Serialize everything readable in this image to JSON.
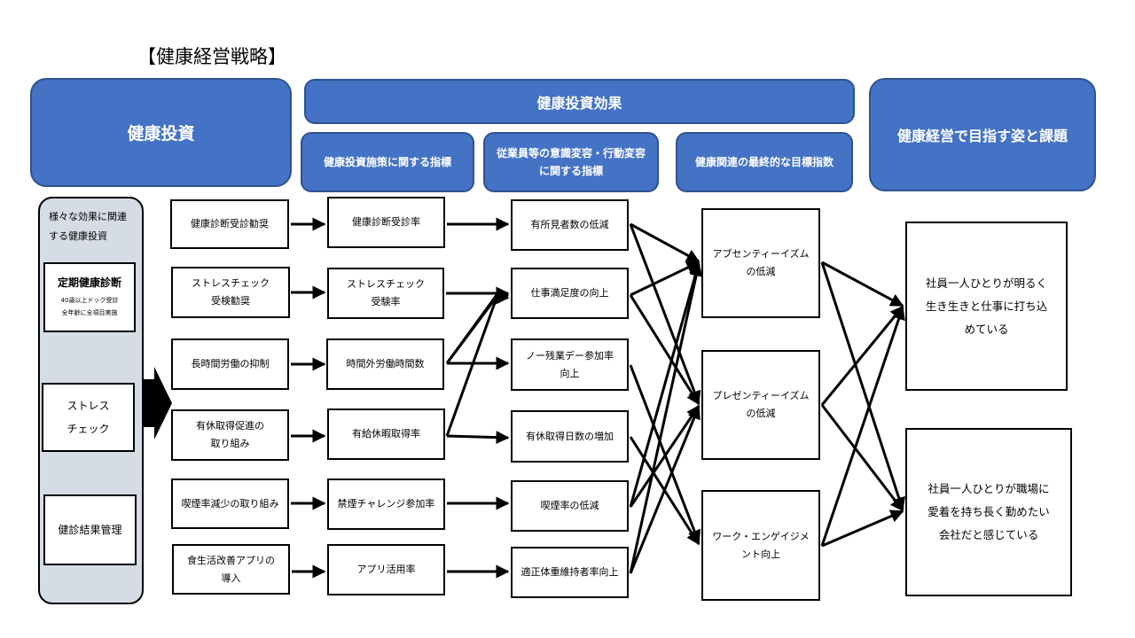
{
  "title": "【健康経営戦略】",
  "headers": {
    "investment": "健康投資",
    "effect": "健康投資効果",
    "measure_index": "健康投資施策に関する指標",
    "awareness_index": "従業員等の意識変容・行動変容に関する指標",
    "final_index": "健康関連の最終的な目標指数",
    "goal": "健康経営で目指す姿と課題"
  },
  "side": {
    "intro": "様々な効果に関連する健康投資",
    "checkup_title": "定期健康診断",
    "checkup_note1": "40歳以上ドック受診",
    "checkup_note2": "全年齢に全項目実施",
    "stress": "ストレス\nチェック",
    "results": "健診結果管理"
  },
  "measures": [
    "健康診断受診勧奨",
    "ストレスチェック\n受検勧奨",
    "長時間労働の抑制",
    "有休取得促進の\n取り組み",
    "喫煙率減少の取り組み",
    "食生活改善アプリの\n導入"
  ],
  "measure_indices": [
    "健康診断受診率",
    "ストレスチェック\n受験率",
    "時間外労働時間数",
    "有給休暇取得率",
    "禁煙チャレンジ参加率",
    "アプリ活用率"
  ],
  "awareness": [
    "有所見者数の低減",
    "仕事満足度の向上",
    "ノー残業デー参加率\n向上",
    "有休取得日数の増加",
    "喫煙率の低減",
    "適正体重維持者率向上"
  ],
  "finals": [
    "アブセンティーイズム\nの低減",
    "プレゼンティーイズム\nの低減",
    "ワーク・エンゲイジメ\nント向上"
  ],
  "goals": [
    "社員一人ひとりが明るく\n生き生きと仕事に打ち込\nめている",
    "社員一人ひとりが職場に\n愛着を持ち長く勤めたい\n会社だと感じている"
  ],
  "colors": {
    "header_fill": "#4472c4",
    "header_border": "#2f528f",
    "side_fill": "#d6dce5"
  }
}
